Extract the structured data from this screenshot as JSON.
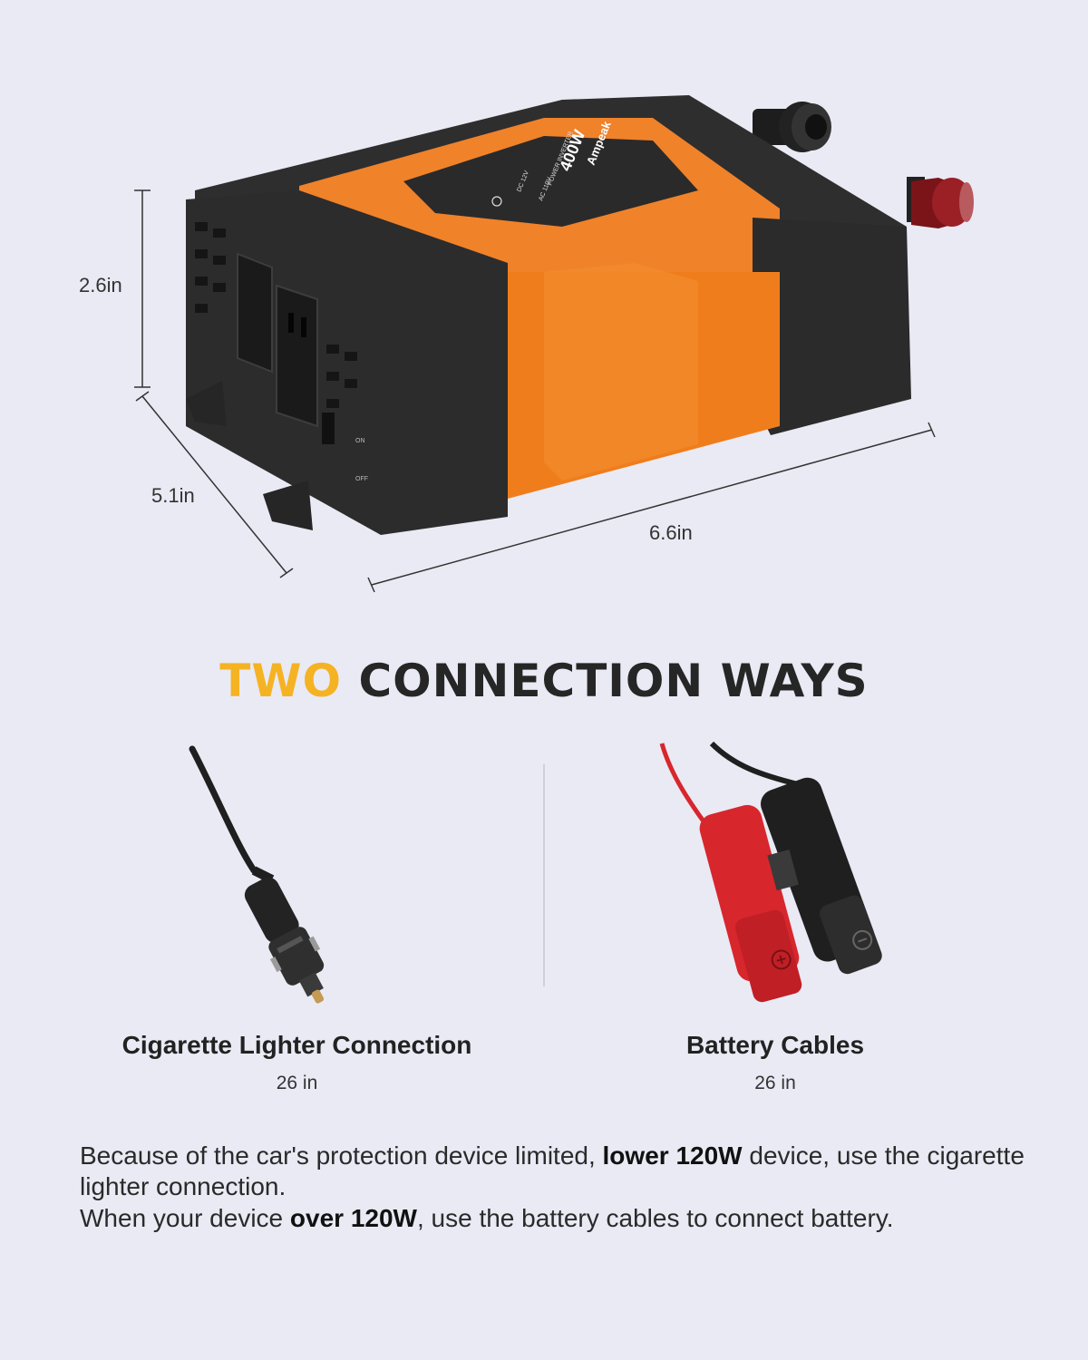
{
  "product": {
    "brand": "Ampeak",
    "model_label": "400W",
    "type_label": "POWER INVERTER",
    "spec_dc": "DC 12V",
    "spec_ac": "AC 110V",
    "switch_on": "ON",
    "switch_off": "OFF"
  },
  "dimensions": {
    "height": "2.6in",
    "depth": "5.1in",
    "width": "6.6in"
  },
  "heading": {
    "accent": "TWO",
    "rest": " CONNECTION WAYS"
  },
  "connections": [
    {
      "title": "Cigarette Lighter Connection",
      "length": "26 in"
    },
    {
      "title": "Battery Cables",
      "length": "26 in"
    }
  ],
  "notes": {
    "p1_a": "Because of the car's protection device limited, ",
    "p1_b": "lower 120W",
    "p1_c": " device, use the cigarette lighter connection.",
    "p2_a": "When your device ",
    "p2_b": "over 120W",
    "p2_c": ", use the battery cables to connect battery."
  },
  "colors": {
    "accent": "#f5b323",
    "body_orange": "#ef7d1a",
    "housing": "#2b2b2b",
    "clamp_red": "#d8262d",
    "background": "#e9eaf4"
  }
}
